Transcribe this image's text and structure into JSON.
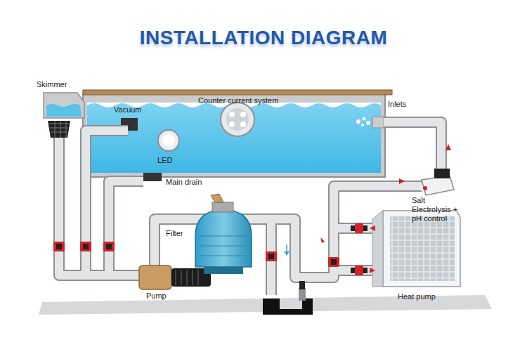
{
  "diagram": {
    "title": "INSTALLATION DIAGRAM",
    "labels": [
      "Skimmer",
      "Vacuum",
      "Counter current system",
      "Inlets",
      "LED",
      "Main drain",
      "Salt Electrolysis + pH control",
      "Filter",
      "Pump",
      "Heat pump"
    ]
  }
}
